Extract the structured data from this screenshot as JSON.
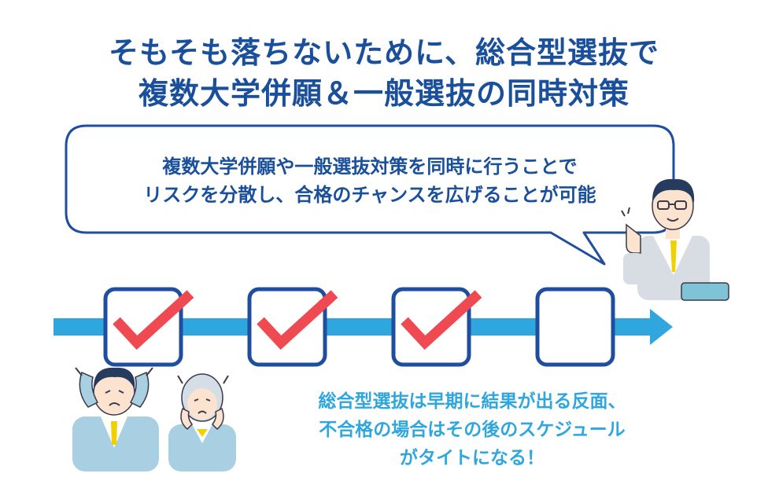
{
  "title": {
    "line1": "そもそも落ちないために、総合型選抜で",
    "line2": "複数大学併願＆一般選抜の同時対策"
  },
  "speech_bubble": {
    "line1": "複数大学併願や一般選抜対策を同時に行うことで",
    "line2": "リスクを分散し、合格のチャンスを広げることが可能"
  },
  "timeline": {
    "steps": [
      {
        "checked": true
      },
      {
        "checked": true
      },
      {
        "checked": true
      },
      {
        "checked": false
      }
    ],
    "colors": {
      "arrow": "#2fa6de",
      "box_border": "#1f4e9e",
      "check": "#ef4a52"
    }
  },
  "note": {
    "line1": "総合型選抜は早期に結果が出る反面、",
    "line2": "不合格の場合はその後のスケジュール",
    "line3": "がタイトになる！"
  },
  "colors": {
    "title": "#1a4f9c",
    "note": "#2fa6de",
    "suit": "#a9cfe2"
  }
}
